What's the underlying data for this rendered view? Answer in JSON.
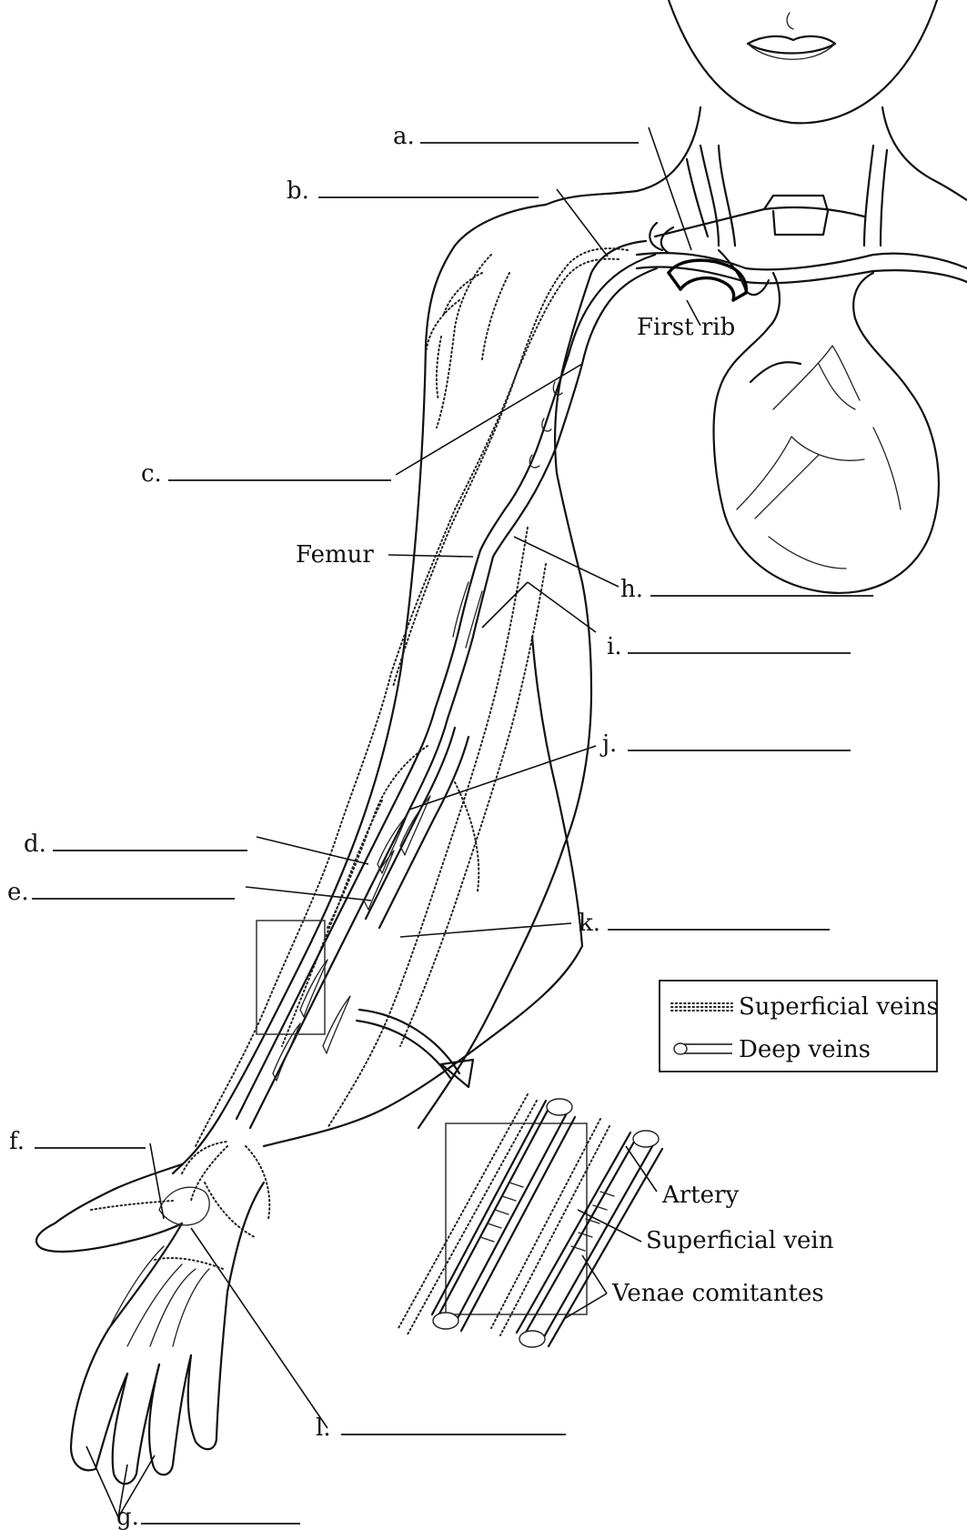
{
  "blank_labels": [
    {
      "key": "a",
      "text": "a."
    },
    {
      "key": "b",
      "text": "b."
    },
    {
      "key": "c",
      "text": "c."
    },
    {
      "key": "d",
      "text": "d."
    },
    {
      "key": "e",
      "text": "e."
    },
    {
      "key": "f",
      "text": "f."
    },
    {
      "key": "g",
      "text": "g."
    },
    {
      "key": "h",
      "text": "h."
    },
    {
      "key": "i",
      "text": "i."
    },
    {
      "key": "j",
      "text": "j."
    },
    {
      "key": "k",
      "text": "k."
    },
    {
      "key": "l",
      "text": "l."
    }
  ],
  "anatomy_labels": {
    "first_rib": "First rib",
    "femur": "Femur",
    "artery": "Artery",
    "superficial_vein": "Superficial vein",
    "venae_comitantes": "Venae comitantes"
  },
  "legend": {
    "superficial": "Superficial veins",
    "deep": "Deep veins"
  }
}
